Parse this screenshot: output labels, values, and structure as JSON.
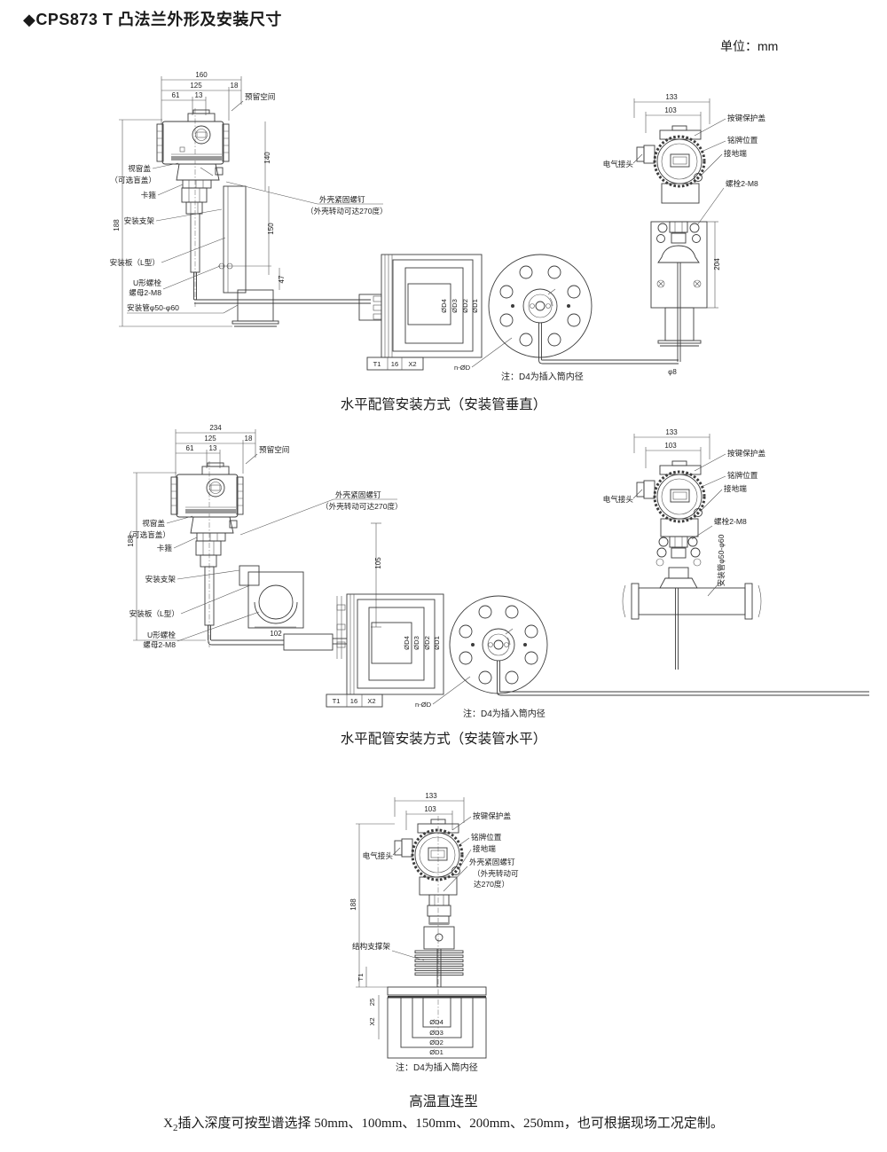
{
  "page": {
    "title": "◆CPS873 T 凸法兰外形及安装尺寸",
    "unit": "单位：mm",
    "footnote_x": "X",
    "footnote_sub": "2",
    "footnote": "插入深度可按型谱选择 50mm、100mm、150mm、200mm、250mm，也可根据现场工况定制。"
  },
  "captions": {
    "c1": "水平配管安装方式（安装管垂直）",
    "c2": "水平配管安装方式（安装管水平）",
    "c3": "高温直连型"
  },
  "labels": {
    "reserved": "预留空间",
    "window": "视窗盖",
    "window_opt": "（可选盲盖）",
    "clamp": "卡箍",
    "bracket": "安装支架",
    "plate_l": "安装板（L型）",
    "ubolt": "U形螺栓",
    "ubolt_nut": "螺母2-M8",
    "pipe_range": "安装管φ50-φ60",
    "screw": "外壳紧固螺钉",
    "screw_note": "（外壳转动可达270度）",
    "screw_note_a": "（外壳转动可",
    "screw_note_b": "达270度）",
    "elec": "电气接头",
    "keycover": "按键保护盖",
    "nameplate": "铭牌位置",
    "ground": "接地端",
    "bolt_2m8": "螺栓2-M8",
    "support": "结构支撑架"
  },
  "flange": {
    "od4": "ØD4",
    "od3": "ØD3",
    "od2": "ØD2",
    "od1": "ØD1",
    "t1": "T1",
    "s16": "16",
    "x2": "X2",
    "n_od": "n-ØD",
    "note": "注：D4为插入筒内径"
  },
  "dims": {
    "d160": "160",
    "d125": "125",
    "d61": "61",
    "d13": "13",
    "d18": "18",
    "d188": "188",
    "d140": "140",
    "d150": "150",
    "d47": "47",
    "d133": "133",
    "d103": "103",
    "d204": "204",
    "d234": "234",
    "d105": "105",
    "d102": "102",
    "d25": "25",
    "phi8": "φ8",
    "t1": "T1",
    "x2": "X2"
  }
}
